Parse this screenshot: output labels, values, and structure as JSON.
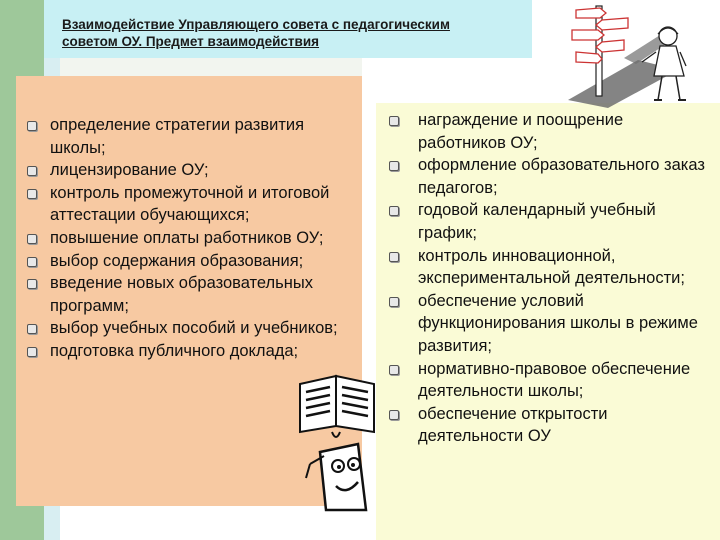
{
  "title": {
    "line1": "Взаимодействие Управляющего совета  с педагогическим",
    "line2": "советом ОУ. Предмет взаимодействия"
  },
  "left_list": [
    "определение стратегии развития школы;",
    "лицензирование ОУ;",
    "контроль промежуточной и итоговой аттестации обучающихся;",
    "повышение оплаты работников ОУ;",
    "выбор содержания образования;",
    "введение новых образовательных программ;",
    "выбор учебных пособий и учебников;",
    "подготовка публичного доклада;"
  ],
  "right_list": [
    "награждение и поощрение работников ОУ;",
    "оформление образовательного заказ педагогов;",
    "годовой календарный учебный график;",
    "контроль инновационной, экспериментальной деятельности;",
    "обеспечение условий функционирования школы в режиме развития;",
    "нормативно-правовое обеспечение деятельности школы;",
    "обеспечение открытости деятельности ОУ"
  ],
  "colors": {
    "left_stripe": "#9ec89a",
    "title_bar": "#c8f0f4",
    "left_panel": "#f7c9a2",
    "right_panel": "#fafbd6"
  },
  "icons": {
    "bullet": "checkbox-bullet-icon",
    "signpost": "signpost-man-illustration",
    "book_reader": "book-reader-illustration"
  }
}
